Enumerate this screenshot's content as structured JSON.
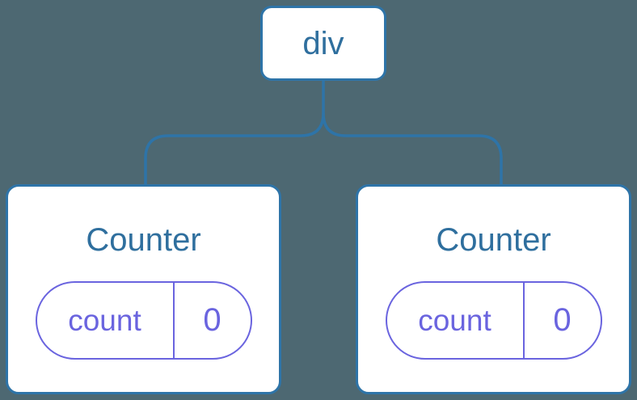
{
  "diagram": {
    "background_color": "#4d6872",
    "line_color": "#2e74a8",
    "node_border_color": "#2e74a8",
    "node_text_color": "#2f6f9e",
    "state_accent_color": "#6a64df",
    "root": {
      "label": "div"
    },
    "children": [
      {
        "title": "Counter",
        "state": {
          "key": "count",
          "value": "0"
        }
      },
      {
        "title": "Counter",
        "state": {
          "key": "count",
          "value": "0"
        }
      }
    ]
  }
}
